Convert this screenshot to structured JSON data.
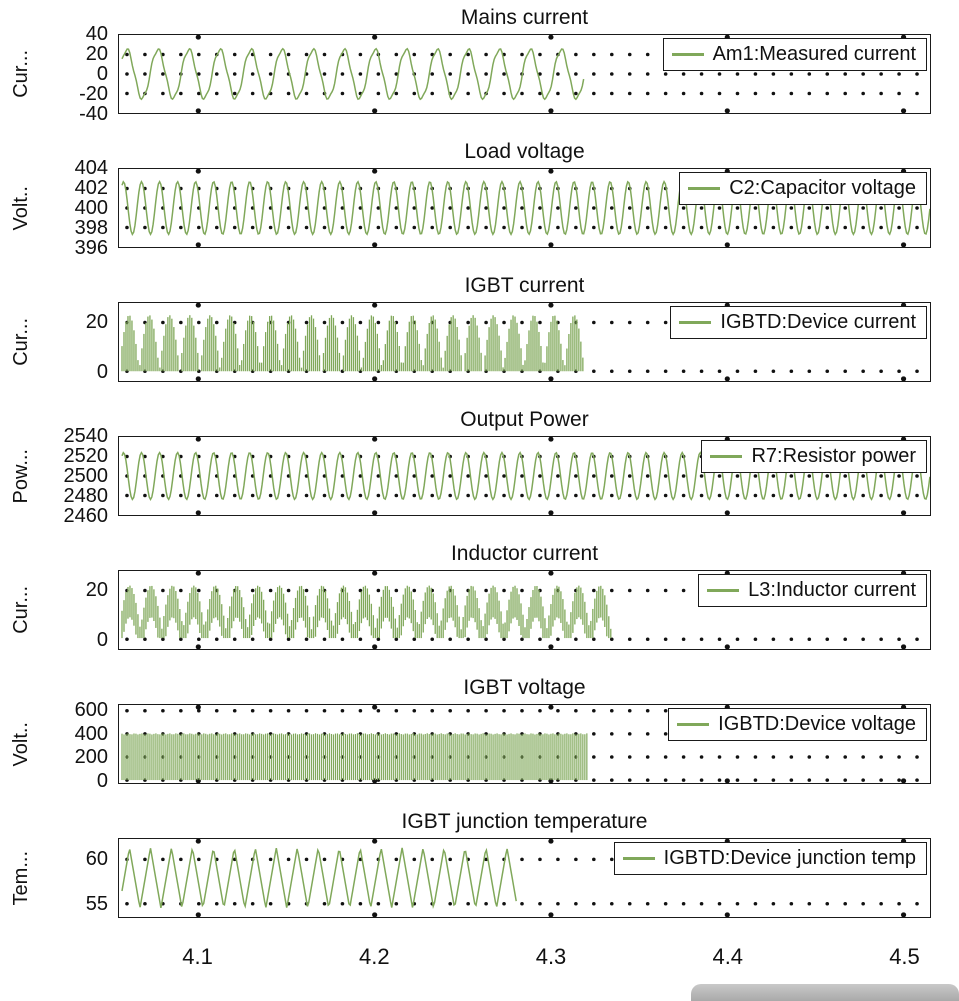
{
  "figure": {
    "background": "#ffffff",
    "series_color": "#80a85a",
    "text_color": "#111111"
  },
  "x_axis": {
    "range": [
      4.055,
      4.515
    ],
    "ticks": [
      4.1,
      4.2,
      4.3,
      4.4,
      4.5
    ],
    "labels": [
      "4.1",
      "4.2",
      "4.3",
      "4.4",
      "4.5"
    ]
  },
  "chart_data": [
    {
      "type": "line",
      "title": "Mains current",
      "ylabel": "Cur...",
      "legend": "Am1:Measured current",
      "ylim": [
        -40,
        40
      ],
      "yticks": [
        40,
        20,
        0,
        -20,
        -40
      ],
      "gridlines": [
        20,
        0,
        -20
      ],
      "x_range": [
        4.055,
        4.515
      ],
      "x_ticks": [
        4.1,
        4.2,
        4.3,
        4.4,
        4.5
      ],
      "x_data_end": 4.319,
      "waveform": {
        "kind": "sine",
        "mean": 0,
        "amplitude": 25,
        "cycles_visible": 15,
        "ripple_amplitude": 2,
        "ripple_cycles": 60
      }
    },
    {
      "type": "line",
      "title": "Load voltage",
      "ylabel": "Volt..",
      "legend": "C2:Capacitor voltage",
      "ylim": [
        396,
        404
      ],
      "yticks": [
        404,
        402,
        400,
        398,
        396
      ],
      "gridlines": [
        402,
        400,
        398
      ],
      "x_range": [
        4.055,
        4.515
      ],
      "x_ticks": [
        4.1,
        4.2,
        4.3,
        4.4,
        4.5
      ],
      "x_data_end": 4.515,
      "waveform": {
        "kind": "sine",
        "mean": 400,
        "amplitude": 2.7,
        "cycles_visible": 45
      }
    },
    {
      "type": "line",
      "title": "IGBT current",
      "ylabel": "Cur...",
      "legend": "IGBTD:Device current",
      "ylim": [
        -4,
        28
      ],
      "yticks": [
        20,
        0
      ],
      "gridlines": [
        20,
        0
      ],
      "x_range": [
        4.055,
        4.515
      ],
      "x_ticks": [
        4.1,
        4.2,
        4.3,
        4.4,
        4.5
      ],
      "x_data_end": 4.319,
      "waveform": {
        "kind": "chopped",
        "min": 0,
        "peak": 23,
        "bursts": 23
      }
    },
    {
      "type": "line",
      "title": "Output Power",
      "ylabel": "Pow...",
      "legend": "R7:Resistor power",
      "ylim": [
        2460,
        2540
      ],
      "yticks": [
        2540,
        2520,
        2500,
        2480,
        2460
      ],
      "gridlines": [
        2520,
        2500,
        2480
      ],
      "x_range": [
        4.055,
        4.515
      ],
      "x_ticks": [
        4.1,
        4.2,
        4.3,
        4.4,
        4.5
      ],
      "x_data_end": 4.515,
      "waveform": {
        "kind": "sine",
        "mean": 2500,
        "amplitude": 24,
        "cycles_visible": 45
      }
    },
    {
      "type": "line",
      "title": "Inductor current",
      "ylabel": "Cur...",
      "legend": "L3:Inductor current",
      "ylim": [
        -4,
        28
      ],
      "yticks": [
        20,
        0
      ],
      "gridlines": [
        20,
        0
      ],
      "x_range": [
        4.055,
        4.515
      ],
      "x_ticks": [
        4.1,
        4.2,
        4.3,
        4.4,
        4.5
      ],
      "x_data_end": 4.334,
      "waveform": {
        "kind": "band",
        "base": 4,
        "envelope_peak": 18,
        "band_thickness": 13,
        "min": 0.5,
        "bursts": 23
      }
    },
    {
      "type": "line",
      "title": "IGBT voltage",
      "ylabel": "Volt..",
      "legend": "IGBTD:Device voltage",
      "ylim": [
        -25,
        650
      ],
      "yticks": [
        600,
        400,
        200,
        0
      ],
      "gridlines": [
        600,
        400,
        200,
        0
      ],
      "x_range": [
        4.055,
        4.515
      ],
      "x_ticks": [
        4.1,
        4.2,
        4.3,
        4.4,
        4.5
      ],
      "x_data_end": 4.321,
      "waveform": {
        "kind": "pwm",
        "low": 0,
        "high": 400
      }
    },
    {
      "type": "line",
      "title": "IGBT junction temperature",
      "ylabel": "Tem...",
      "legend": "IGBTD:Device junction temp",
      "ylim": [
        53.5,
        62.3
      ],
      "yticks": [
        60,
        55
      ],
      "gridlines": [
        60,
        55
      ],
      "x_range": [
        4.055,
        4.515
      ],
      "x_ticks": [
        4.1,
        4.2,
        4.3,
        4.4,
        4.5
      ],
      "x_data_end": 4.281,
      "waveform": {
        "kind": "triangle",
        "mean": 57.9,
        "amplitude": 3.4,
        "cycles_visible": 19
      }
    }
  ]
}
